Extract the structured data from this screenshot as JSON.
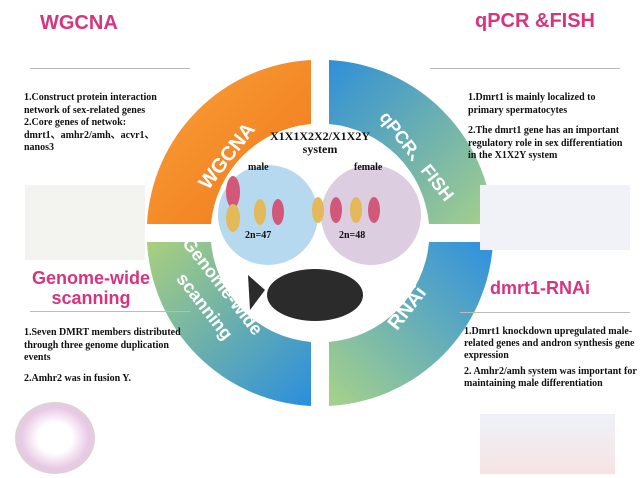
{
  "center": {
    "title_line1": "X1X1X2X2/X1X2Y",
    "title_line2": "system",
    "male": "male",
    "female": "female",
    "male_count": "2n=47",
    "female_count": "2n=48"
  },
  "ring": {
    "wgcna": "WGCNA",
    "qpcr": "qPCR、FISH",
    "rnai": "RNAi",
    "genome_line1": "Genome-wide",
    "genome_line2": "scanning"
  },
  "sections": {
    "wgcna": {
      "heading": "WGCNA",
      "items": [
        "1.Construct protein interaction network of sex-related genes",
        "2.Core genes of netwok: dmrt1、amhr2/amh、acvr1、nanos3"
      ]
    },
    "qpcr": {
      "heading": "qPCR &FISH",
      "items": [
        "1.Dmrt1 is mainly localized to primary spermatocytes",
        "2.The dmrt1 gene has an important regulatory role in sex differentiation in the X1X2Y system"
      ]
    },
    "genome": {
      "heading_line1": "Genome-wide",
      "heading_line2": "scanning",
      "items": [
        "1.Seven DMRT members distributed through three genome duplication events",
        "2.Amhr2 was in fusion Y."
      ]
    },
    "rnai": {
      "heading": "dmrt1-RNAi",
      "items": [
        "1.Dmrt1 knockdown upregulated male-related genes and andron synthesis gene expression",
        "2. Amhr2/amh system was important for maintaining male differentiation"
      ]
    }
  },
  "colors": {
    "wgcna": "#f5821f",
    "qpcr": "#3a9bd6",
    "rnai": "#2f8fd8",
    "genome": "#6fb3a8",
    "heading": "#d6347e"
  }
}
